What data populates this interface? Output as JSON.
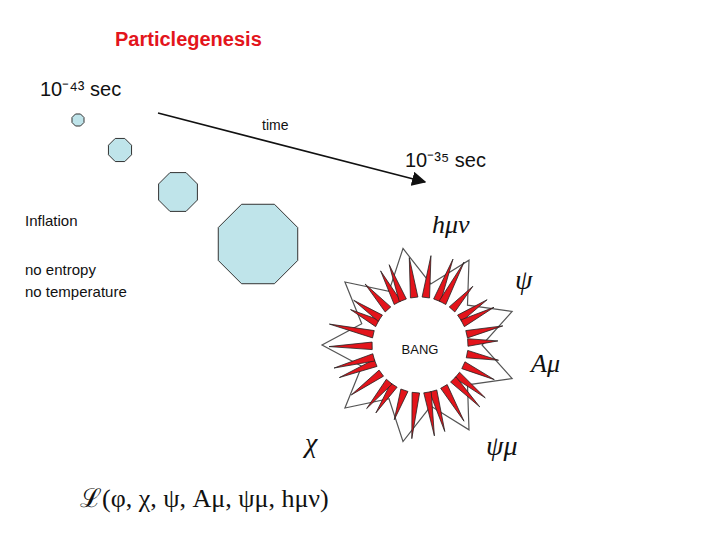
{
  "diagram": {
    "title": "Particlegenesis",
    "nodes": [
      {
        "text": [
          "BANG"
        ]
      }
    ],
    "labels": [
      "10⁻⁴³ sec",
      "time",
      "10⁻³⁵ sec",
      "Inflation",
      "no entropy",
      "no temperature",
      "hμν",
      "ψ",
      "Aμ",
      "ψμ",
      "χ",
      "ℒ(φ, χ, ψ, Aμ, ψμ, hμν)"
    ]
  }
}
